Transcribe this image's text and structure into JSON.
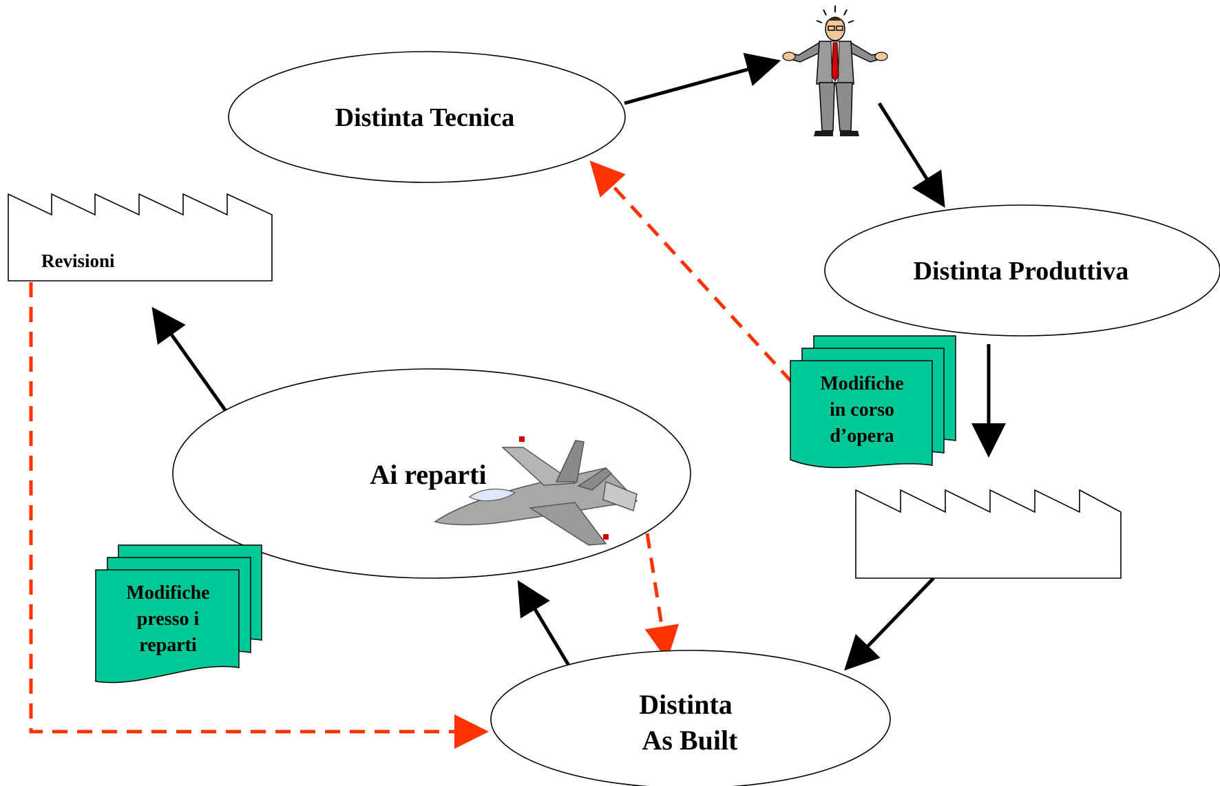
{
  "nodes": {
    "distinta_tecnica": "Distinta Tecnica",
    "distinta_produttiva": "Distinta Produttiva",
    "ai_reparti": "Ai reparti",
    "distinta_as_built_line1": "Distinta",
    "distinta_as_built_line2": "As Built",
    "revisioni": "Revisioni"
  },
  "documents": {
    "modifiche_corso": [
      "Modifiche",
      "in corso",
      "d’opera"
    ],
    "modifiche_reparti": [
      "Modifiche",
      "presso i",
      "reparti"
    ]
  },
  "colors": {
    "document_fill": "#00c896",
    "dashed_arrow": "#ff3300",
    "solid_arrow": "#000000"
  },
  "icons": [
    "worried-man-icon",
    "fighter-jet-icon",
    "factory-icon"
  ]
}
